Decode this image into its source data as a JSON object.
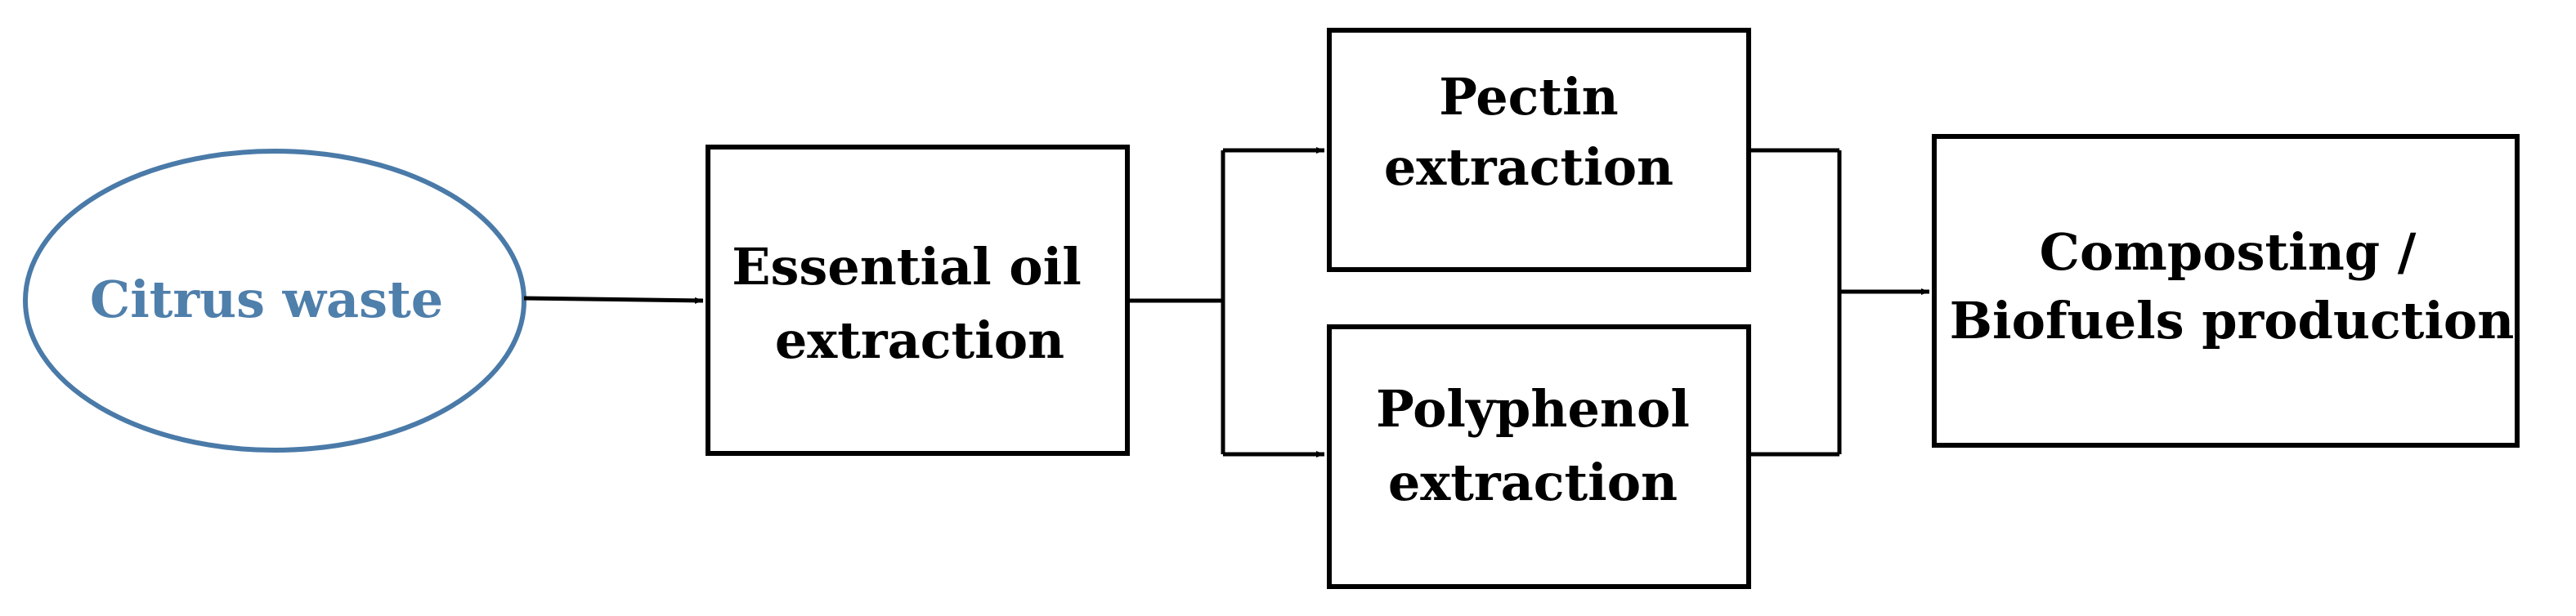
{
  "diagram": {
    "colors": {
      "start_stroke": "#4a7aa8",
      "start_text": "#4f7fab",
      "box_stroke": "#000000",
      "connector": "#000000"
    },
    "start_node": {
      "label": "Citrus waste"
    },
    "nodes": {
      "essential_oil": {
        "line1": "Essential oil",
        "line2": "extraction"
      },
      "pectin": {
        "line1": "Pectin",
        "line2": "extraction"
      },
      "polyphenol": {
        "line1": "Polyphenol",
        "line2": "extraction"
      },
      "composting": {
        "line1": "Composting /",
        "line2": "Biofuels production"
      }
    }
  }
}
